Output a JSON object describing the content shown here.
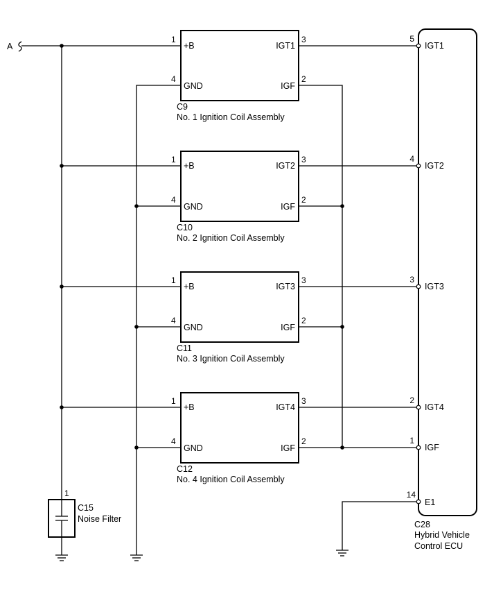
{
  "source_label": "A",
  "coils": [
    {
      "connector": "C9",
      "name": "No. 1 Ignition Coil Assembly",
      "pins": {
        "b": "1",
        "gnd": "4",
        "igt": "3",
        "igf": "2"
      },
      "labels": {
        "b": "+B",
        "gnd": "GND",
        "igt": "IGT1",
        "igf": "IGF"
      }
    },
    {
      "connector": "C10",
      "name": "No. 2 Ignition Coil Assembly",
      "pins": {
        "b": "1",
        "gnd": "4",
        "igt": "3",
        "igf": "2"
      },
      "labels": {
        "b": "+B",
        "gnd": "GND",
        "igt": "IGT2",
        "igf": "IGF"
      }
    },
    {
      "connector": "C11",
      "name": "No. 3 Ignition Coil Assembly",
      "pins": {
        "b": "1",
        "gnd": "4",
        "igt": "3",
        "igf": "2"
      },
      "labels": {
        "b": "+B",
        "gnd": "GND",
        "igt": "IGT3",
        "igf": "IGF"
      }
    },
    {
      "connector": "C12",
      "name": "No. 4 Ignition Coil Assembly",
      "pins": {
        "b": "1",
        "gnd": "4",
        "igt": "3",
        "igf": "2"
      },
      "labels": {
        "b": "+B",
        "gnd": "GND",
        "igt": "IGT4",
        "igf": "IGF"
      }
    }
  ],
  "ecu": {
    "connector": "C28",
    "name_line1": "Hybrid Vehicle",
    "name_line2": "Control ECU",
    "terminals": [
      {
        "pin": "5",
        "label": "IGT1"
      },
      {
        "pin": "4",
        "label": "IGT2"
      },
      {
        "pin": "3",
        "label": "IGT3"
      },
      {
        "pin": "2",
        "label": "IGT4"
      },
      {
        "pin": "1",
        "label": "IGF"
      },
      {
        "pin": "14",
        "label": "E1"
      }
    ]
  },
  "noise_filter": {
    "connector": "C15",
    "name": "Noise Filter",
    "pin": "1"
  }
}
